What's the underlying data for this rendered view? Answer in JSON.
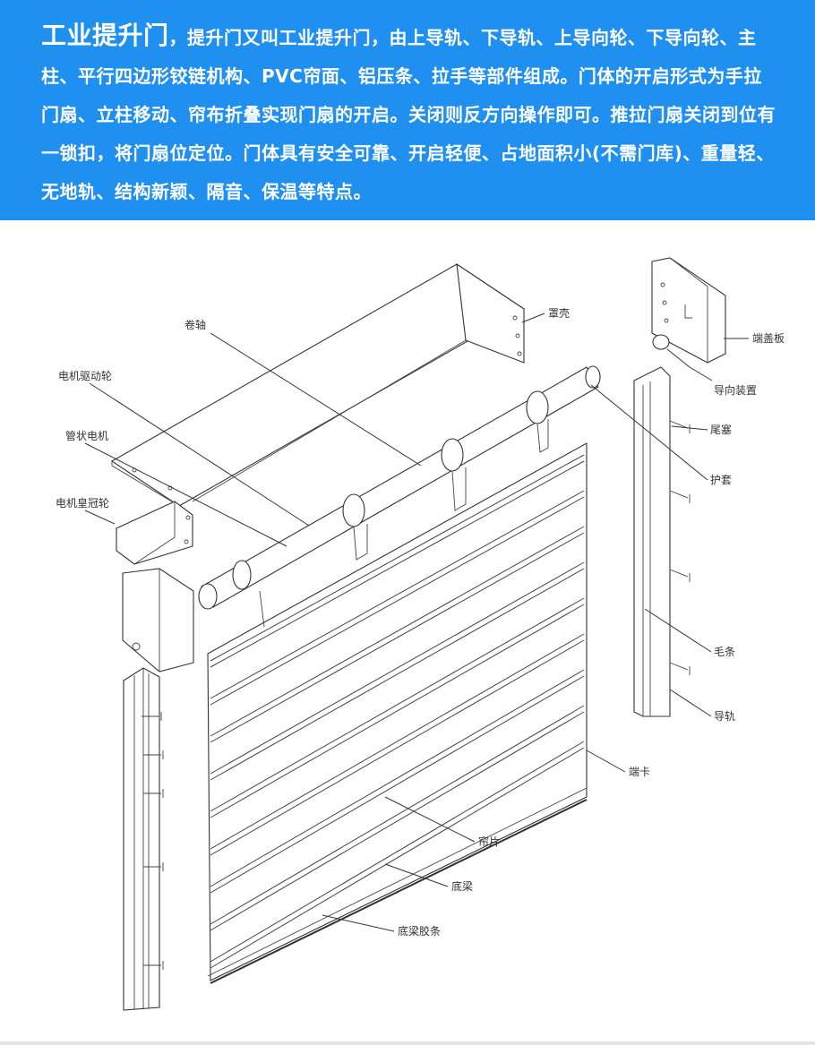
{
  "banner": {
    "title": "工业提升门",
    "body": "，提升门又叫工业提升门，由上导轨、下导轨、上导向轮、下导向轮、主柱、平行四边形铰链机构、PVC帘面、铝压条、拉手等部件组成。门体的开启形式为手拉门扇、立柱移动、帘布折叠实现门扇的开启。关闭则反方向操作即可。推拉门扇关闭到位有一锁扣，将门扇位定位。门体具有安全可靠、开启轻便、占地面积小(不需门库)、重量轻、无地轨、结构新颖、隔音、保温等特点。"
  },
  "diagram": {
    "labels": {
      "juanzhou": "卷轴",
      "zhaoke": "罩壳",
      "duangaiban": "端盖板",
      "daoxiangzhuangzhi": "导向装置",
      "weisai": "尾塞",
      "hutao": "护套",
      "maotiao": "毛条",
      "daogui": "导轨",
      "duanka": "端卡",
      "lianpian": "帘片",
      "diliang": "底梁",
      "diliangjiaotiao": "底梁胶条",
      "dianjiqudonglun": "电机驱动轮",
      "guanzhuangdianji": "管状电机",
      "dianjihuangguanlun": "电机皇冠轮"
    }
  }
}
